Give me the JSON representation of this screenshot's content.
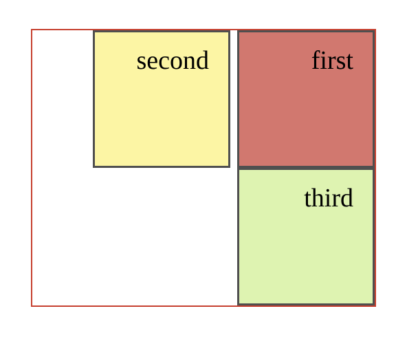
{
  "figure": {
    "background": "#ffffff",
    "container": {
      "border_color": "#c6402f"
    },
    "boxes": {
      "first": {
        "label": "first",
        "fill": "#d1786f",
        "border_color": "#4f4f4f",
        "text_color": "#000000"
      },
      "second": {
        "label": "second",
        "fill": "#fcf5a4",
        "border_color": "#4f4f4f",
        "text_color": "#000000"
      },
      "third": {
        "label": "third",
        "fill": "#def3b1",
        "border_color": "#4f4f4f",
        "text_color": "#000000"
      }
    }
  }
}
